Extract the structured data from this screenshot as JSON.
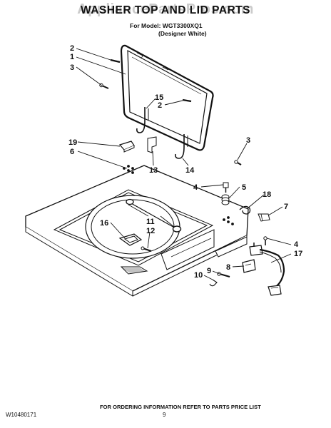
{
  "header": {
    "title": "WASHER TOP AND LID PARTS",
    "model_line": "For Model: WGT3300XQ1",
    "color_line": "(Designer White)",
    "watermark": "AppliancePartsPros.com"
  },
  "footer": {
    "doc_number": "W10480171",
    "page_number": "9",
    "ordering_note": "FOR ORDERING INFORMATION REFER TO PARTS PRICE LIST"
  },
  "callouts": {
    "c2a": "2",
    "c1": "1",
    "c3a": "3",
    "c15": "15",
    "c2b": "2",
    "c3b": "3",
    "c19": "19",
    "c6": "6",
    "c13": "13",
    "c14": "14",
    "c4a": "4",
    "c5": "5",
    "c18": "18",
    "c7": "7",
    "c11": "11",
    "c16": "16",
    "c12": "12",
    "c4b": "4",
    "c17": "17",
    "c9": "9",
    "c8": "8",
    "c10": "10"
  }
}
